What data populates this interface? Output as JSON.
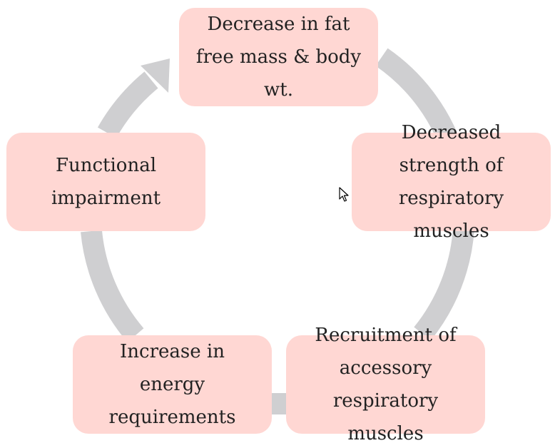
{
  "diagram": {
    "type": "cycle",
    "colors": {
      "node_fill": "#ffd7d3",
      "arrow": "#cfcfd1",
      "text": "#222222"
    },
    "nodes": [
      {
        "label": "Decrease in fat\nfree mass & body\nwt."
      },
      {
        "label": "Decreased\nstrength of\nrespiratory\nmuscles"
      },
      {
        "label": "Recruitment of\naccessory\nrespiratory\nmuscles"
      },
      {
        "label": "Increase in\nenergy\nrequirements"
      },
      {
        "label": "Functional\nimpairment"
      }
    ],
    "flow": "clockwise",
    "cursor_icon": "mouse-pointer-icon"
  }
}
